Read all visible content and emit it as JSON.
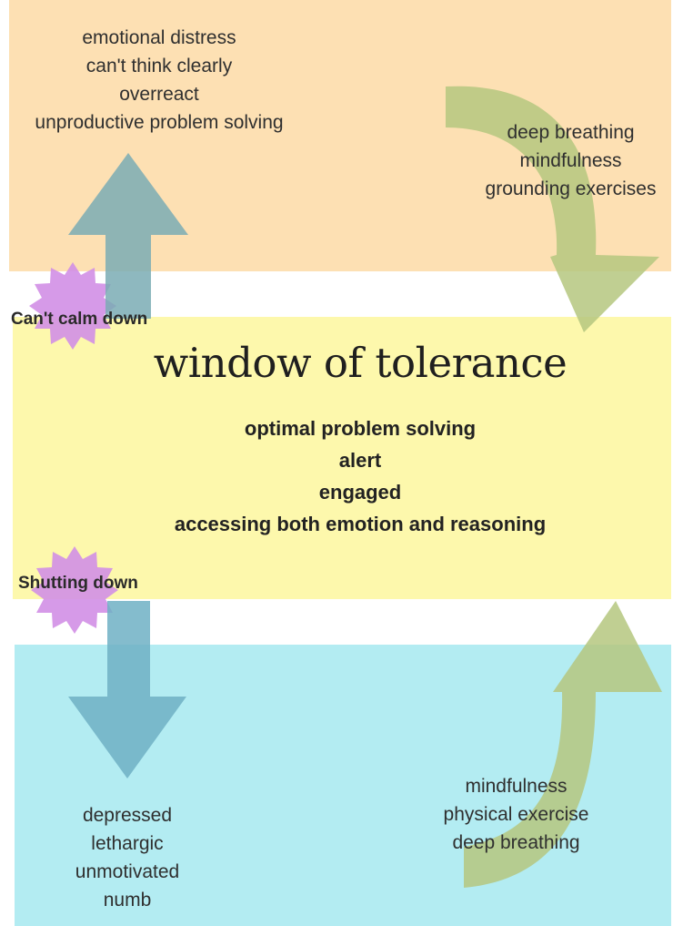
{
  "colors": {
    "hyper_band": "#fde0b3",
    "window_band": "#fdf8ac",
    "hypo_band": "#b3ecf2",
    "arrow_blue": "#7aacb4",
    "arrow_green": "#b5c77f",
    "burst_purple": "#d28fe6"
  },
  "hyperarousal": {
    "items": [
      "emotional distress",
      "can't think clearly",
      "overreact",
      "unproductive problem solving"
    ]
  },
  "calming_strategies": {
    "items": [
      "deep breathing",
      "mindfulness",
      "grounding exercises"
    ]
  },
  "window": {
    "title": "window of tolerance",
    "items": [
      "optimal problem solving",
      "alert",
      "engaged",
      "accessing both emotion and reasoning"
    ]
  },
  "labels": {
    "cant_calm_down": "Can't calm down",
    "shutting_down": "Shutting down"
  },
  "hypoarousal": {
    "items": [
      "depressed",
      "lethargic",
      "unmotivated",
      "numb"
    ]
  },
  "activating_strategies": {
    "items": [
      "mindfulness",
      "physical exercise",
      "deep breathing"
    ]
  }
}
